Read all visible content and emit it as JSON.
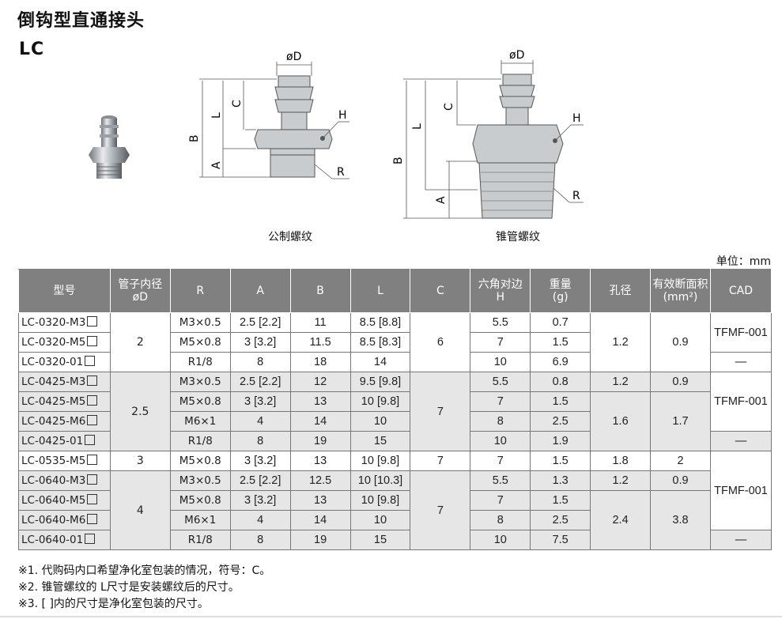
{
  "header": {
    "title": "倒钩型直通接头",
    "model": "LC"
  },
  "drawings": {
    "metric_caption": "公制螺纹",
    "taper_caption": "锥管螺纹",
    "dim_labels": {
      "od": "øD",
      "h": "H",
      "r": "R",
      "a": "A",
      "b": "B",
      "c": "C",
      "l": "L"
    }
  },
  "unit_label": "单位：mm",
  "table": {
    "headers": [
      "型号",
      "管子内径\nøD",
      "R",
      "A",
      "B",
      "L",
      "C",
      "六角对边\nH",
      "重量\n(g)",
      "孔径",
      "有效断面积\n(mm²)",
      "CAD"
    ],
    "rows": [
      {
        "part": "LC-0320-M3",
        "od": "2",
        "r": "M3×0.5",
        "a": "2.5 [2.2]",
        "b": "11",
        "l": "8.5 [8.8]",
        "c": "6",
        "h": "5.5",
        "w": "0.7",
        "hole": "1.2",
        "area": "0.9",
        "cad": "TFMF-001"
      },
      {
        "part": "LC-0320-M5",
        "od": "",
        "r": "M5×0.8",
        "a": "3 [3.2]",
        "b": "11.5",
        "l": "8.5 [8.3]",
        "c": "",
        "h": "7",
        "w": "1.5",
        "hole": "",
        "area": "",
        "cad": ""
      },
      {
        "part": "LC-0320-01",
        "od": "",
        "r": "R1/8",
        "a": "8",
        "b": "18",
        "l": "14",
        "c": "",
        "h": "10",
        "w": "6.9",
        "hole": "",
        "area": "",
        "cad": "—"
      },
      {
        "part": "LC-0425-M3",
        "od": "2.5",
        "r": "M3×0.5",
        "a": "2.5 [2.2]",
        "b": "12",
        "l": "9.5 [9.8]",
        "c": "7",
        "h": "5.5",
        "w": "0.8",
        "hole": "1.2",
        "area": "0.9",
        "cad": "TFMF-001"
      },
      {
        "part": "LC-0425-M5",
        "od": "",
        "r": "M5×0.8",
        "a": "3 [3.2]",
        "b": "13",
        "l": "10 [9.8]",
        "c": "",
        "h": "7",
        "w": "1.5",
        "hole": "1.6",
        "area": "1.7",
        "cad": ""
      },
      {
        "part": "LC-0425-M6",
        "od": "",
        "r": "M6×1",
        "a": "4",
        "b": "14",
        "l": "10",
        "c": "",
        "h": "8",
        "w": "2.5",
        "hole": "",
        "area": "",
        "cad": ""
      },
      {
        "part": "LC-0425-01",
        "od": "",
        "r": "R1/8",
        "a": "8",
        "b": "19",
        "l": "15",
        "c": "",
        "h": "10",
        "w": "1.9",
        "hole": "",
        "area": "",
        "cad": "—"
      },
      {
        "part": "LC-0535-M5",
        "od": "3",
        "r": "M5×0.8",
        "a": "3 [3.2]",
        "b": "13",
        "l": "10 [9.8]",
        "c": "7",
        "h": "7",
        "w": "1.5",
        "hole": "1.8",
        "area": "2",
        "cad": "TFMF-001"
      },
      {
        "part": "LC-0640-M3",
        "od": "4",
        "r": "M3×0.5",
        "a": "2.5 [2.2]",
        "b": "12.5",
        "l": "10 [10.3]",
        "c": "7",
        "h": "5.5",
        "w": "1.3",
        "hole": "1.2",
        "area": "0.9",
        "cad": ""
      },
      {
        "part": "LC-0640-M5",
        "od": "",
        "r": "M5×0.8",
        "a": "3 [3.2]",
        "b": "13",
        "l": "10 [9.8]",
        "c": "",
        "h": "7",
        "w": "1.5",
        "hole": "2.4",
        "area": "3.8",
        "cad": ""
      },
      {
        "part": "LC-0640-M6",
        "od": "",
        "r": "M6×1",
        "a": "4",
        "b": "14",
        "l": "10",
        "c": "",
        "h": "8",
        "w": "2.5",
        "hole": "",
        "area": "",
        "cad": ""
      },
      {
        "part": "LC-0640-01",
        "od": "",
        "r": "R1/8",
        "a": "8",
        "b": "19",
        "l": "15",
        "c": "",
        "h": "10",
        "w": "7.5",
        "hole": "",
        "area": "",
        "cad": "—"
      }
    ]
  },
  "notes": [
    "※1. 代购码内口希望净化室包装的情况，符号：C。",
    "※2. 锥管螺纹的 L尺寸是安装螺纹后的尺寸。",
    "※3. [ ]内的尺寸是净化室包装的尺寸。"
  ]
}
